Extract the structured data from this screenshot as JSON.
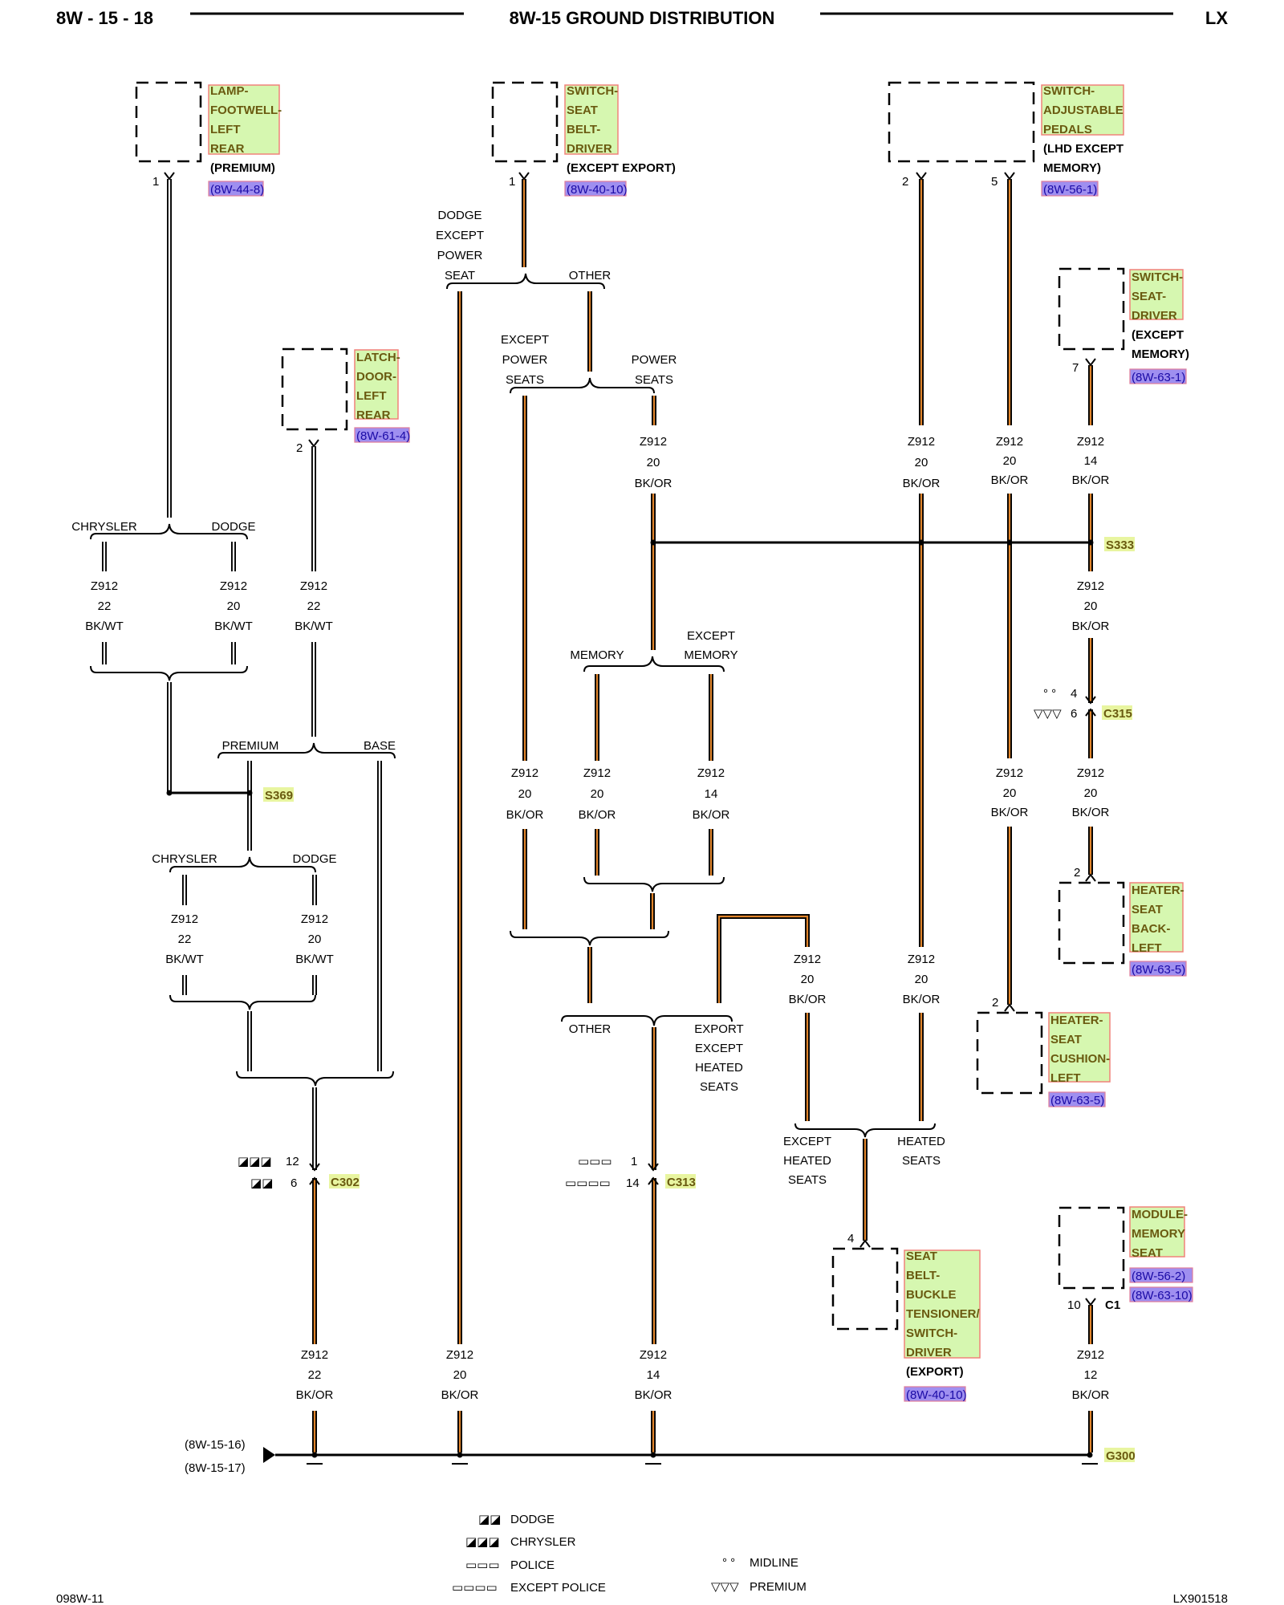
{
  "header": {
    "page_code": "8W - 15 - 18",
    "title": "8W-15 GROUND DISTRIBUTION",
    "platform": "LX"
  },
  "components": [
    {
      "id": "lamp-footwell-left-rear",
      "name_lines": [
        "LAMP-",
        "FOOTWELL-",
        "LEFT",
        "REAR"
      ],
      "qualifier": "(PREMIUM)",
      "refs": [
        "(8W-44-8)"
      ],
      "pins": [
        "1"
      ]
    },
    {
      "id": "switch-seat-belt-driver",
      "name_lines": [
        "SWITCH-",
        "SEAT",
        "BELT-",
        "DRIVER"
      ],
      "qualifier": "(EXCEPT EXPORT)",
      "refs": [
        "(8W-40-10)"
      ],
      "pins": [
        "1"
      ]
    },
    {
      "id": "switch-adjustable-pedals",
      "name_lines": [
        "SWITCH-",
        "ADJUSTABLE",
        "PEDALS"
      ],
      "qualifier_lines": [
        "(LHD EXCEPT",
        "MEMORY)"
      ],
      "refs": [
        "(8W-56-1)"
      ],
      "pins": [
        "2",
        "5"
      ]
    },
    {
      "id": "switch-seat-driver",
      "name_lines": [
        "SWITCH-",
        "SEAT-",
        "DRIVER"
      ],
      "qualifier_lines": [
        "(EXCEPT",
        "MEMORY)"
      ],
      "refs": [
        "(8W-63-1)"
      ],
      "pins": [
        "7"
      ]
    },
    {
      "id": "latch-door-left-rear",
      "name_lines": [
        "LATCH-",
        "DOOR-",
        "LEFT",
        "REAR"
      ],
      "refs": [
        "(8W-61-4)"
      ],
      "pins": [
        "2"
      ]
    },
    {
      "id": "heater-seat-back-left",
      "name_lines": [
        "HEATER-",
        "SEAT",
        "BACK-",
        "LEFT"
      ],
      "refs": [
        "(8W-63-5)"
      ],
      "pins": [
        "2"
      ]
    },
    {
      "id": "heater-seat-cushion-left",
      "name_lines": [
        "HEATER-",
        "SEAT",
        "CUSHION-",
        "LEFT"
      ],
      "refs": [
        "(8W-63-5)"
      ],
      "pins": [
        "2"
      ]
    },
    {
      "id": "seat-belt-buckle-tensioner",
      "name_lines": [
        "SEAT",
        "BELT-",
        "BUCKLE",
        "TENSIONER/",
        "SWITCH-",
        "DRIVER"
      ],
      "qualifier": "(EXPORT)",
      "refs": [
        "(8W-40-10)"
      ],
      "pins": [
        "4"
      ]
    },
    {
      "id": "module-memory-seat",
      "name_lines": [
        "MODULE-",
        "MEMORY",
        "SEAT"
      ],
      "refs": [
        "(8W-56-2)",
        "(8W-63-10)"
      ],
      "pins": [
        "10",
        "C1"
      ]
    }
  ],
  "wires": [
    {
      "circuit": "Z912",
      "gauge": "20",
      "color": "BK/OR"
    },
    {
      "circuit": "Z912",
      "gauge": "22",
      "color": "BK/WT"
    },
    {
      "circuit": "Z912",
      "gauge": "20",
      "color": "BK/WT"
    },
    {
      "circuit": "Z912",
      "gauge": "14",
      "color": "BK/OR"
    },
    {
      "circuit": "Z912",
      "gauge": "22",
      "color": "BK/OR"
    },
    {
      "circuit": "Z912",
      "gauge": "12",
      "color": "BK/OR"
    }
  ],
  "option_labels": {
    "chrysler": "CHRYSLER",
    "dodge": "DODGE",
    "premium": "PREMIUM",
    "base": "BASE",
    "other": "OTHER",
    "power_seats_lines": [
      "POWER",
      "SEATS"
    ],
    "except_power_seats_lines": [
      "EXCEPT",
      "POWER",
      "SEATS"
    ],
    "dodge_except_power_seat_lines": [
      "DODGE",
      "EXCEPT",
      "POWER",
      "SEAT"
    ],
    "memory": "MEMORY",
    "except_memory_lines": [
      "EXCEPT",
      "MEMORY"
    ],
    "export_except_heated_lines": [
      "EXPORT",
      "EXCEPT",
      "HEATED",
      "SEATS"
    ],
    "except_heated_seats_lines": [
      "EXCEPT",
      "HEATED",
      "SEATS"
    ],
    "heated_seats_lines": [
      "HEATED",
      "SEATS"
    ]
  },
  "splices": [
    "S333",
    "S369"
  ],
  "connectors": [
    {
      "name": "C315",
      "pins": [
        "4",
        "6"
      ]
    },
    {
      "name": "C302",
      "pins": [
        "12",
        "6"
      ]
    },
    {
      "name": "C313",
      "pins": [
        "1",
        "14"
      ]
    }
  ],
  "ground": {
    "name": "G300",
    "refs": [
      "(8W-15-16)",
      "(8W-15-17)"
    ]
  },
  "legend": [
    {
      "symbol": "◪◪",
      "label": "DODGE"
    },
    {
      "symbol": "◪◪◪",
      "label": "CHRYSLER"
    },
    {
      "symbol": "▭▭▭",
      "label": "POLICE"
    },
    {
      "symbol": "▭▭▭▭",
      "label": "EXCEPT POLICE"
    },
    {
      "symbol": "° °",
      "label": "MIDLINE"
    },
    {
      "symbol": "▽▽▽",
      "label": "PREMIUM"
    }
  ],
  "footer": {
    "left_code": "098W-11",
    "right_code": "LX901518"
  },
  "colors": {
    "bk_or_core": "#e0842a",
    "bk_wt_core": "#ffffff",
    "component_fill": "#d6f7b0",
    "ref_fill": "#9f8ff0",
    "splice_fill": "#e8f5a0"
  }
}
